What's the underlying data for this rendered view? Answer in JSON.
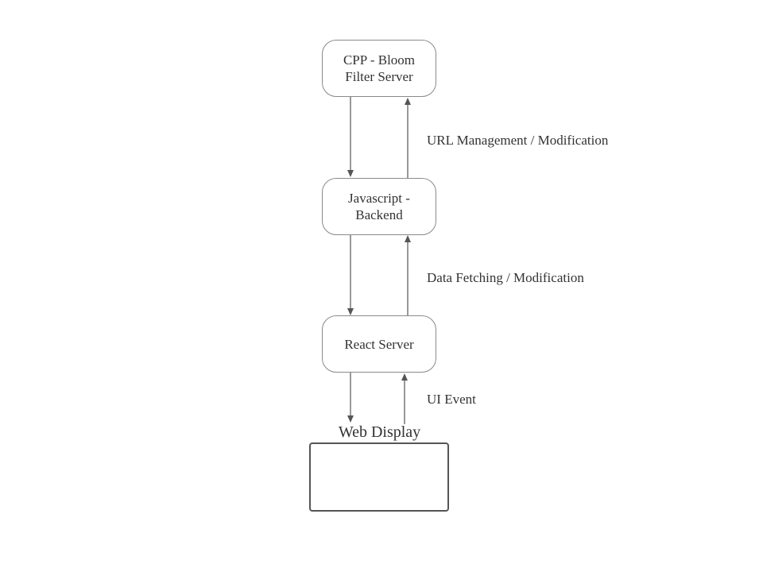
{
  "nodes": {
    "cpp": "CPP - Bloom\nFilter Server",
    "js": "Javascript -\nBackend",
    "react": "React Server"
  },
  "edge_labels": {
    "url": "URL Management / Modification",
    "data": "Data Fetching / Modification",
    "ui": "UI Event"
  },
  "web_display": {
    "title": "Web Display"
  },
  "colors": {
    "stroke": "#8a8a8a",
    "arrow": "#555555",
    "text": "#333333"
  }
}
